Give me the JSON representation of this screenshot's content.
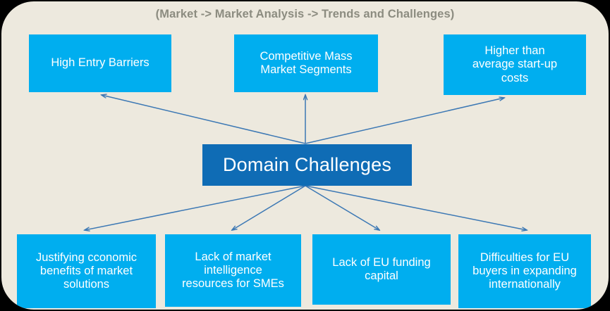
{
  "breadcrumb": {
    "title": "(Market -> Market Analysis -> Trends and Challenges)"
  },
  "colors": {
    "panel_background": "#EDE9DE",
    "outer_background": "#000000",
    "leaf_node": "#00AEEF",
    "center_node": "#0F6CB5",
    "connector": "#3C78B4",
    "title_text": "#8C8C80",
    "node_text": "#FFFFFF"
  },
  "diagram": {
    "type": "hub-and-spoke",
    "center": {
      "label": "Domain Challenges"
    },
    "top_nodes": [
      {
        "id": "high-entry-barriers",
        "label": "High  Entry Barriers"
      },
      {
        "id": "competitive-mass",
        "label": "Competitive Mass\nMarket Segments"
      },
      {
        "id": "startup-costs",
        "label": "Higher  than\naverage start-up\ncosts"
      }
    ],
    "bottom_nodes": [
      {
        "id": "justifying-benefits",
        "label": "Justifying cconomic\nbenefits of market\nsolutions"
      },
      {
        "id": "market-intelligence",
        "label": "Lack of market\nintelligence\nresources for SMEs"
      },
      {
        "id": "eu-funding",
        "label": "Lack of EU funding\ncapital"
      },
      {
        "id": "eu-buyers",
        "label": "Difficulties for EU\nbuyers in expanding\ninternationally"
      }
    ]
  }
}
